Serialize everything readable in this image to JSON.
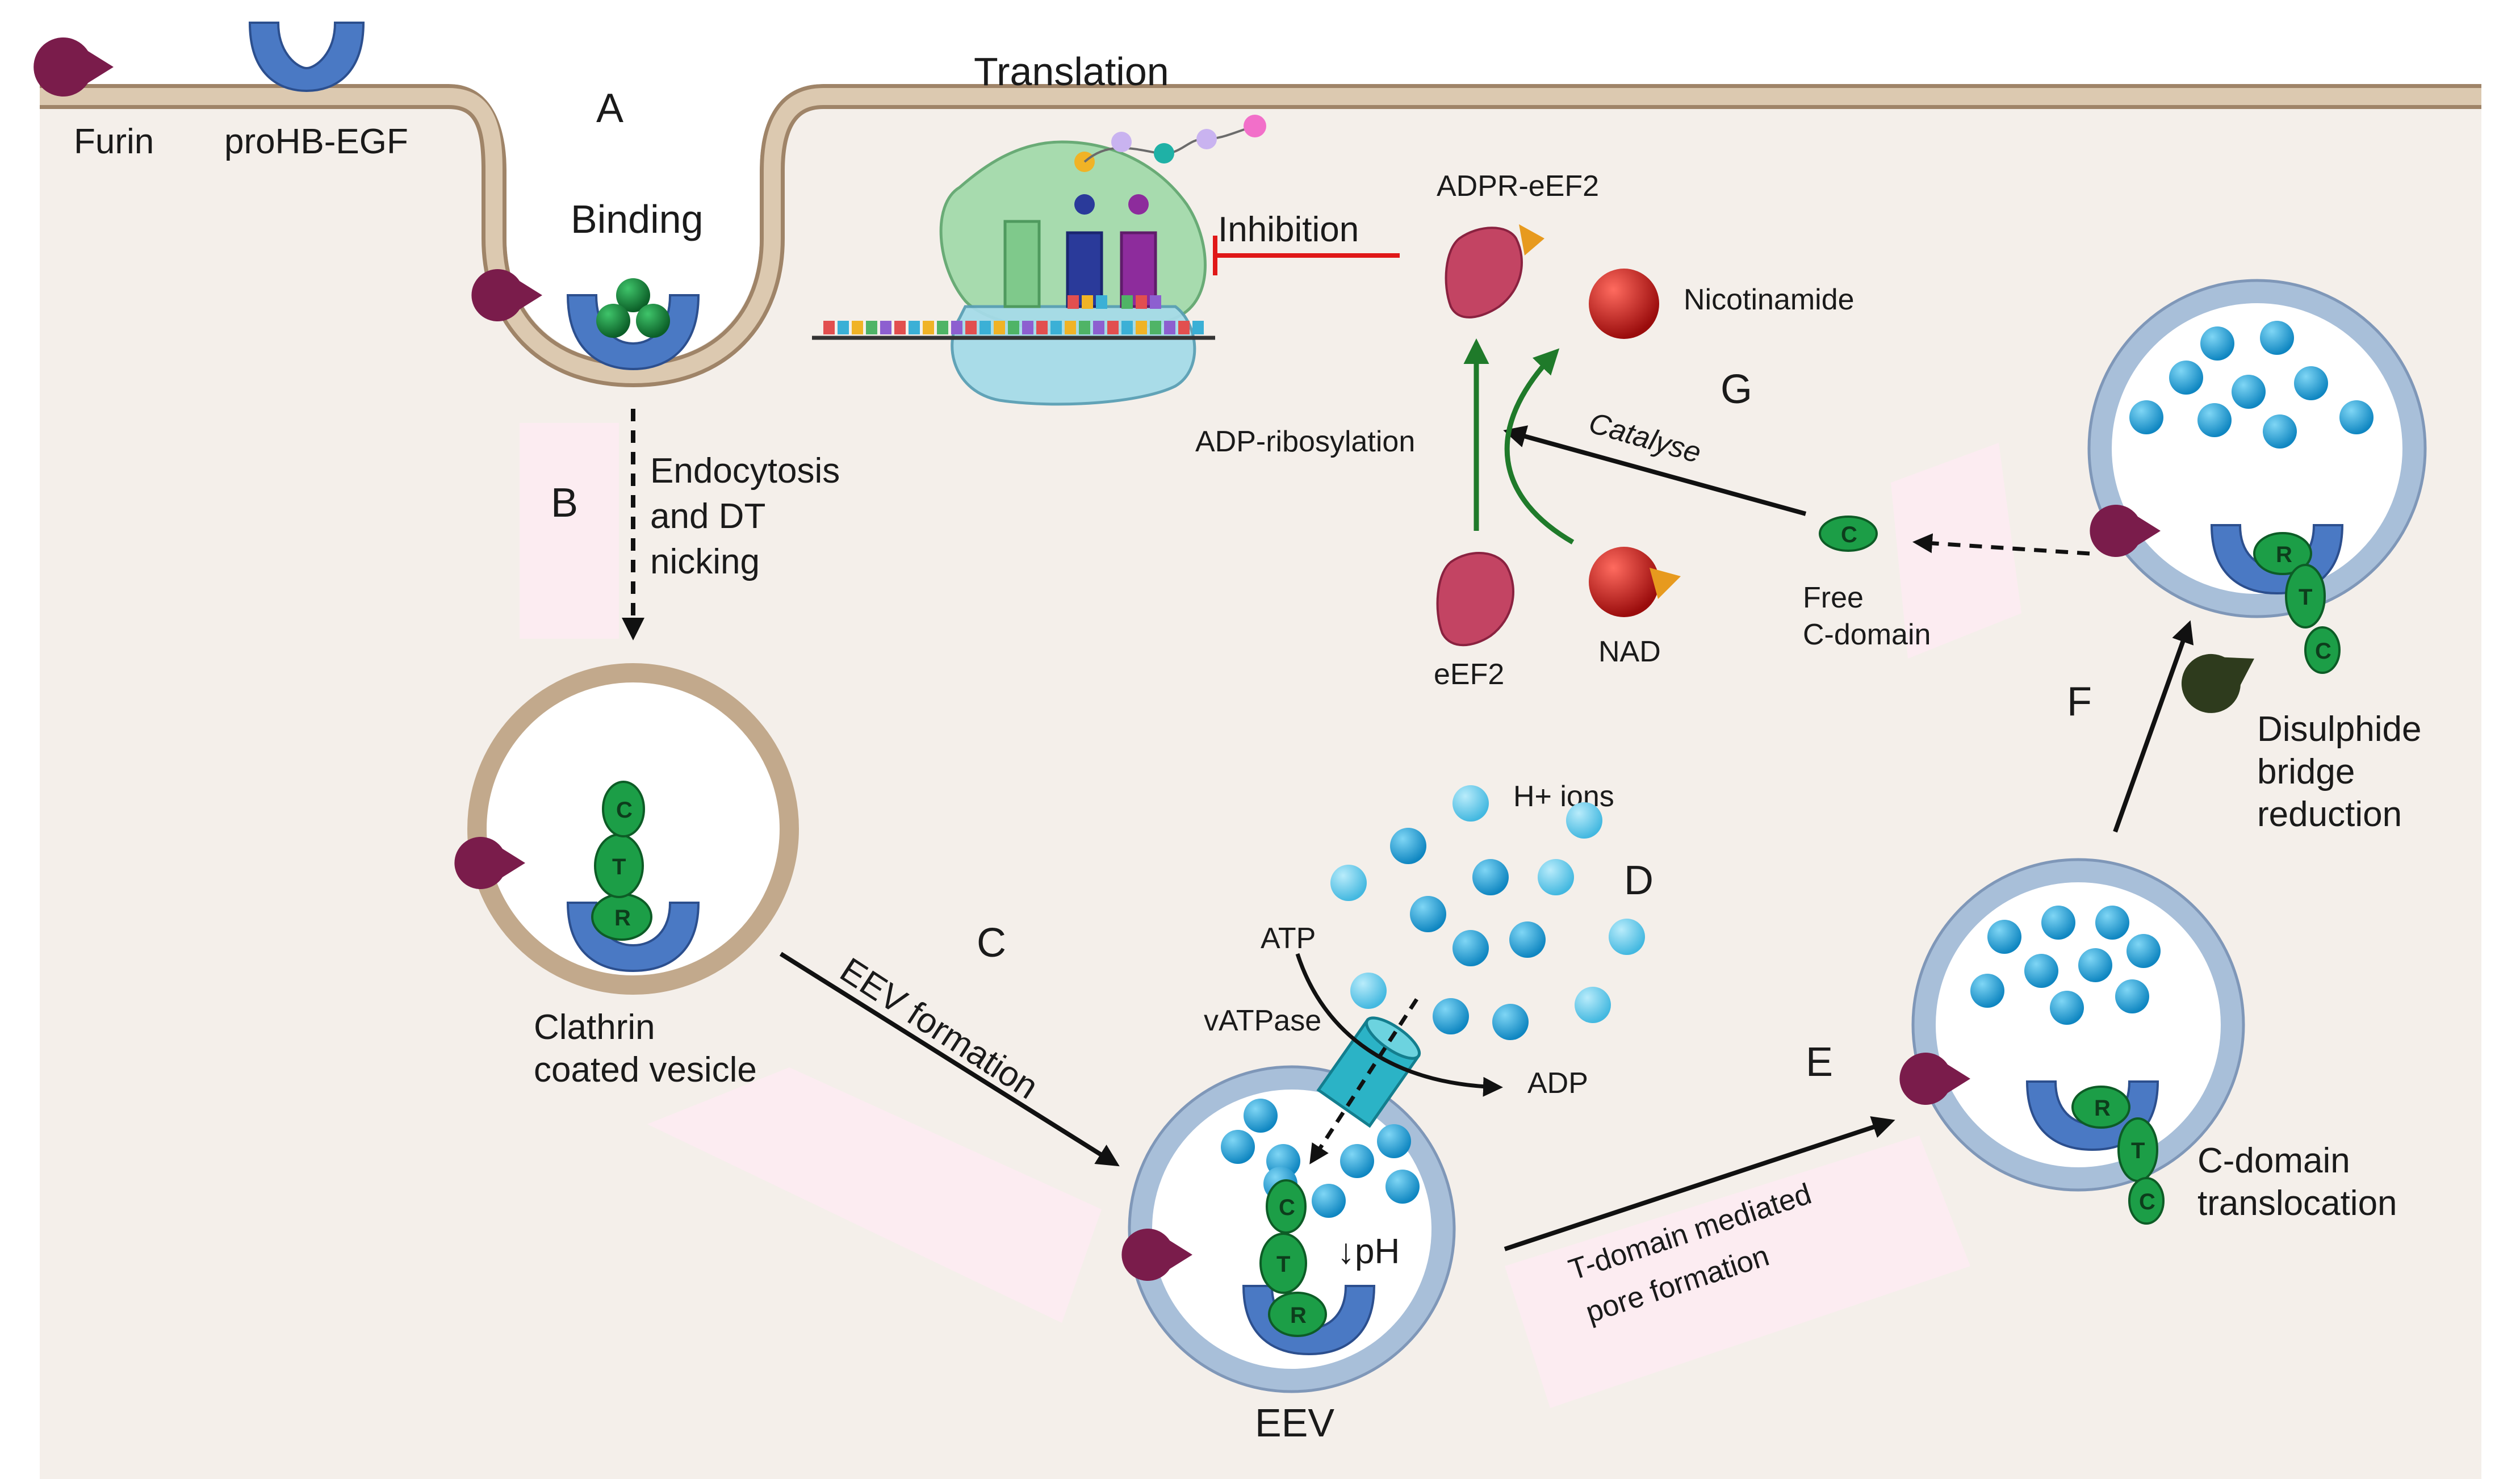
{
  "colors": {
    "cytoplasm": "#f4efea",
    "membrane": "#d9c6ae",
    "membrane_edge": "#9f8468",
    "vesicle_blue": "#a8bfd9",
    "furin": "#7a1c4b",
    "receptor": "#4a79c4",
    "toxin_green": "#1c9e47",
    "ion_blue": "#1ea6dc",
    "eef2": "#c34463",
    "nad_red": "#c81818",
    "inhibition": "#e01818",
    "pathway_green": "#1f7a2a",
    "highlight_pink": "#fcecf1"
  },
  "labels": {
    "furin": "Furin",
    "prohbegf": "proHB-EGF",
    "translation": "Translation",
    "step_a": "A",
    "binding": "Binding",
    "step_b": "B",
    "endocytosis": [
      "Endocytosis",
      "and DT",
      "nicking"
    ],
    "clathrin": [
      "Clathrin",
      "coated vesicle"
    ],
    "step_c": "C",
    "eev_formation": "EEV formation",
    "eev": "EEV",
    "ph": "↓pH",
    "atp": "ATP",
    "vatpase": "vATPase",
    "adp": "ADP",
    "h_ions": "H+ ions",
    "step_d": "D",
    "step_e": "E",
    "pore": [
      "T-domain mediated",
      "pore formation"
    ],
    "ctrans": [
      "C-domain",
      "translocation"
    ],
    "step_f": "F",
    "disulphide": [
      "Disulphide",
      "bridge",
      "reduction"
    ],
    "free_c": [
      "Free",
      "C-domain"
    ],
    "catalyse": "Catalyse",
    "step_g": "G",
    "adp_ribosylation": "ADP-ribosylation",
    "adpr_eef2": "ADPR-eEF2",
    "nicotinamide": "Nicotinamide",
    "eef2": "eEF2",
    "nad": "NAD",
    "inhibition": "Inhibition"
  },
  "domains": {
    "c": "C",
    "t": "T",
    "r": "R"
  },
  "icons": {
    "furin": "pac-shape",
    "receptor": "u-cup",
    "ribosome": "ribosome-complex",
    "ion": "sphere",
    "pump": "cylinder-channel"
  }
}
